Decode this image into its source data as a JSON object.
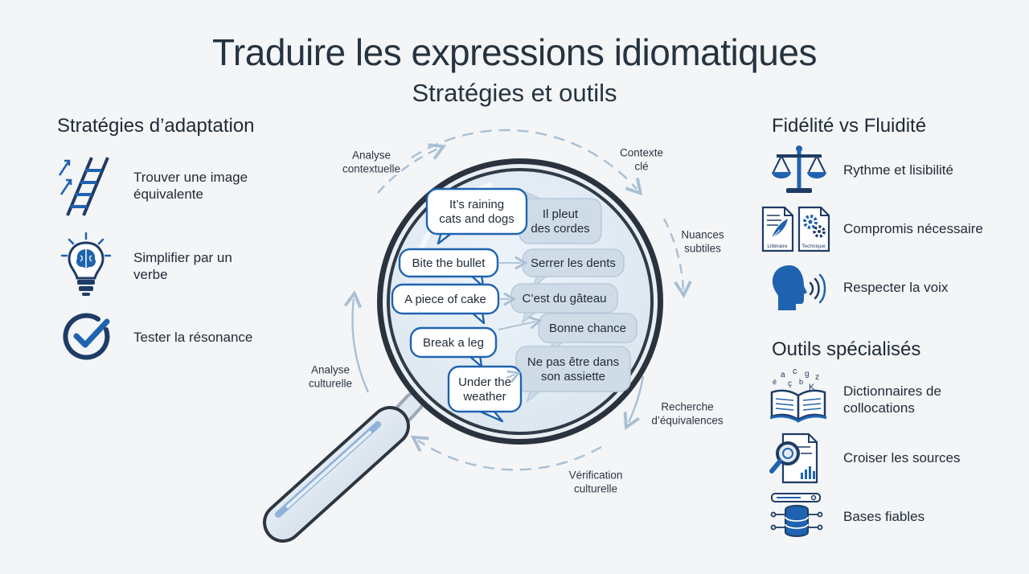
{
  "title": "Traduire les expressions idiomatiques",
  "subtitle": "Stratégies et outils",
  "left": {
    "heading": "Stratégies d’adaptation",
    "items": [
      {
        "icon": "ladder-icon",
        "lines": [
          "Trouver une image",
          "équivalente"
        ]
      },
      {
        "icon": "brain-bulb-icon",
        "lines": [
          "Simplifier par un",
          "verbe"
        ]
      },
      {
        "icon": "checkmark-circle-icon",
        "lines": [
          "Tester la résonance"
        ]
      }
    ]
  },
  "right": {
    "heading1": "Fidélité vs Fluidité",
    "items1": [
      {
        "icon": "scales-icon",
        "lines": [
          "Rythme et lisibilité"
        ]
      },
      {
        "icon": "documents-icon",
        "lines": [
          "Compromis nécessaire"
        ],
        "labels": [
          "Littéraire",
          "Technique"
        ]
      },
      {
        "icon": "speaking-head-icon",
        "lines": [
          "Respecter la voix"
        ]
      }
    ],
    "heading2": "Outils spécialisés",
    "items2": [
      {
        "icon": "dictionary-icon",
        "lines": [
          "Dictionnaires de",
          "collocations"
        ],
        "letters": [
          "a",
          "c",
          "g",
          "z",
          "é",
          "ç",
          "b",
          "K"
        ]
      },
      {
        "icon": "document-search-icon",
        "lines": [
          "Croiser les sources"
        ]
      },
      {
        "icon": "database-icon",
        "lines": [
          "Bases fiables"
        ]
      }
    ]
  },
  "cycle": [
    {
      "lines": [
        "Analyse",
        "contextuelle"
      ]
    },
    {
      "lines": [
        "Contexte",
        "clé"
      ]
    },
    {
      "lines": [
        "Nuances",
        "subtiles"
      ]
    },
    {
      "lines": [
        "Recherche",
        "d’équivalences"
      ]
    },
    {
      "lines": [
        "Vérification",
        "culturelle"
      ]
    },
    {
      "lines": [
        "Analyse",
        "culturelle"
      ]
    }
  ],
  "pairs": [
    {
      "en": [
        "It’s raining",
        "cats and dogs"
      ],
      "fr": [
        "Il pleut",
        "des cordes"
      ]
    },
    {
      "en": [
        "Bite the bullet"
      ],
      "fr": [
        "Serrer les dents"
      ]
    },
    {
      "en": [
        "A piece of cake"
      ],
      "fr": [
        "C’est du gâteau"
      ]
    },
    {
      "en": [
        "Break a leg"
      ],
      "fr": [
        "Bonne chance"
      ]
    },
    {
      "en": [
        "Under the",
        "weather"
      ],
      "fr": [
        "Ne pas être dans",
        "son assiette"
      ]
    }
  ],
  "colors": {
    "accent": "#1f63b0",
    "dark": "#1e3c66",
    "bubbleFill": "#cfdce8",
    "lens": "#e6eef6"
  }
}
